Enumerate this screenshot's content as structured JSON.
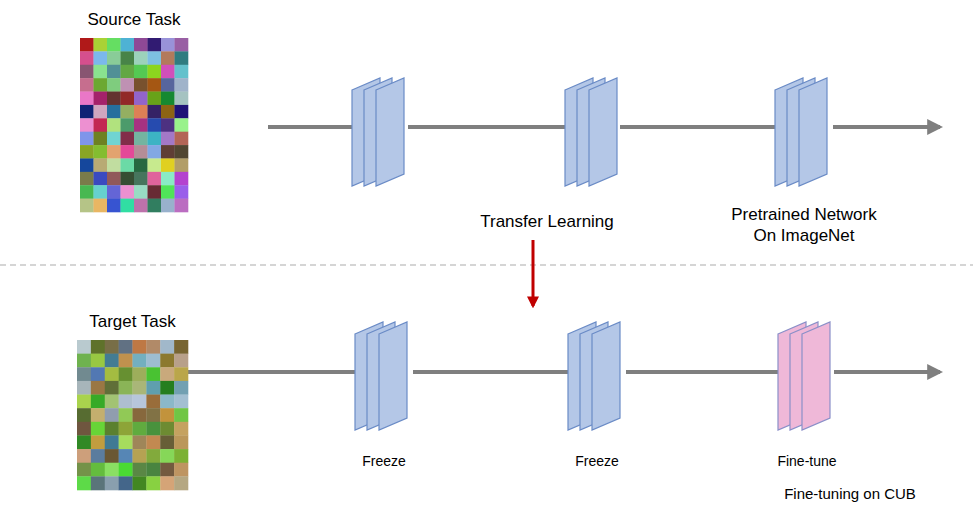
{
  "diagram": {
    "nodes": [
      {
        "text": [
          "Source Task"
        ]
      },
      {
        "text": [
          "Pretrained Network On ImageNet"
        ]
      },
      {
        "text": [
          "Target Task"
        ]
      },
      {
        "text": [
          "Freeze"
        ]
      },
      {
        "text": [
          "Freeze"
        ]
      },
      {
        "text": [
          "Fine-tune"
        ]
      }
    ],
    "edges": [
      {
        "from": 2,
        "to": 3,
        "arrow": "none"
      },
      {
        "from": 3,
        "to": 4,
        "arrow": "none"
      },
      {
        "from": 4,
        "to": 5,
        "arrow": "none"
      }
    ],
    "labels": [
      "Transfer Learning",
      "Fine-tuning on CUB"
    ]
  }
}
